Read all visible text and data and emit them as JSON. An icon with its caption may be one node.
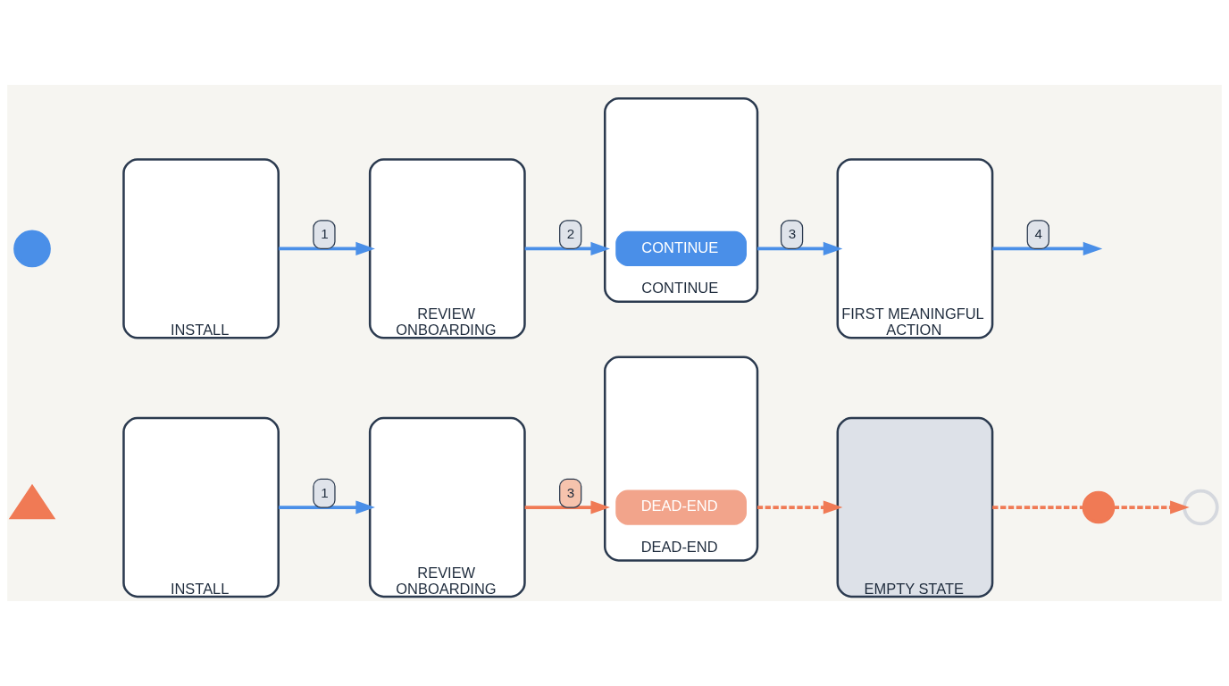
{
  "diagram": {
    "nodes": [
      {
        "text": [],
        "shape": "circle"
      },
      {
        "text": [
          "INSTALL"
        ]
      },
      {
        "text": [
          "REVIEW ONBOARDING"
        ]
      },
      {
        "text": [
          "CONTINUE"
        ]
      },
      {
        "text": [
          "CONTINUE"
        ],
        "in": 3
      },
      {
        "text": [
          "FIRST MEANINGFUL ACTION"
        ]
      },
      {
        "text": [],
        "shape": "triangle"
      },
      {
        "text": [
          "INSTALL"
        ]
      },
      {
        "text": [
          "REVIEW ONBOARDING"
        ]
      },
      {
        "text": [
          "DEAD-END"
        ]
      },
      {
        "text": [
          "DEAD-END"
        ],
        "in": 9
      },
      {
        "text": [
          "EMPTY STATE"
        ]
      },
      {
        "text": [],
        "shape": "circle"
      },
      {
        "text": [],
        "shape": "circle"
      }
    ],
    "edges": [
      {
        "from": 1,
        "to": 2,
        "arrow": "to",
        "label": "1"
      },
      {
        "from": 2,
        "to": 3,
        "arrow": "to",
        "label": "2"
      },
      {
        "from": 3,
        "to": 5,
        "arrow": "to",
        "label": "3"
      },
      {
        "from": 5,
        "to": null,
        "arrow": "to",
        "label": "4"
      },
      {
        "from": 7,
        "to": 8,
        "arrow": "to",
        "label": "1"
      },
      {
        "from": 8,
        "to": 9,
        "arrow": "to",
        "label": "3",
        "color": "#f07a55"
      },
      {
        "from": 9,
        "to": 11,
        "arrow": "to",
        "style": "dashed",
        "color": "#f07a55"
      },
      {
        "from": 11,
        "to": 12,
        "arrow": "none",
        "style": "dashed",
        "color": "#f07a55"
      },
      {
        "from": 12,
        "to": 13,
        "arrow": "to",
        "style": "dashed",
        "color": "#f07a55"
      }
    ]
  }
}
